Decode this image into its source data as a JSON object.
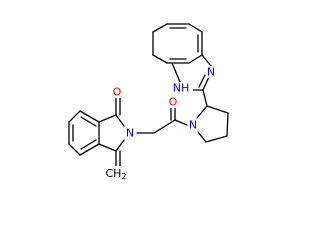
{
  "colors": {
    "bond": "#000000",
    "carbon_bond": "#000000",
    "nitrogen": "#0000ff",
    "oxygen": "#ff0000",
    "background": "#ffffff"
  },
  "atoms": {
    "n_bzim_imine": {
      "text": "N",
      "element": "N"
    },
    "nh_bzim": {
      "text": "NH",
      "element": "N"
    },
    "o_amide": {
      "text": "O",
      "element": "O"
    },
    "n_pyrrolidine": {
      "text": "N",
      "element": "N"
    },
    "o_isoindolinone": {
      "text": "O",
      "element": "O"
    },
    "n_isoindolinone": {
      "text": "N",
      "element": "N"
    },
    "ch2_methylene": {
      "text": "CH",
      "subscript": "2",
      "element": "C"
    }
  }
}
